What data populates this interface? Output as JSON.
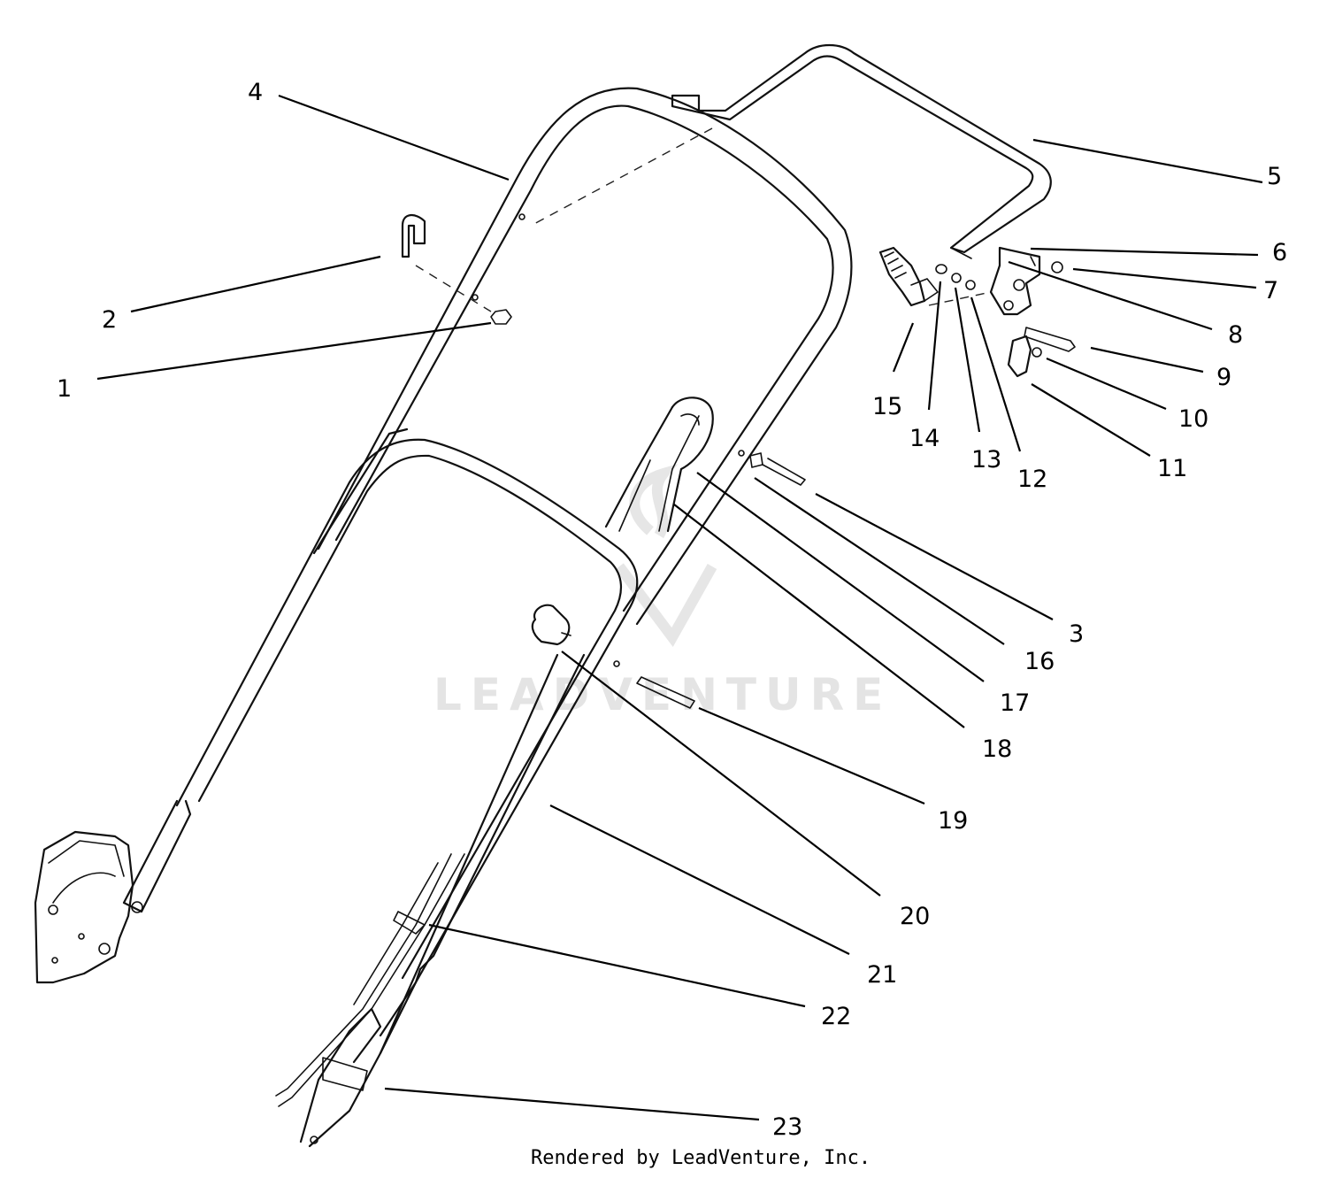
{
  "watermark": "LEADVENTURE",
  "credit": "Rendered by LeadVenture, Inc.",
  "callouts": [
    {
      "id": "1",
      "label": "1"
    },
    {
      "id": "2",
      "label": "2"
    },
    {
      "id": "3",
      "label": "3"
    },
    {
      "id": "4",
      "label": "4"
    },
    {
      "id": "5",
      "label": "5"
    },
    {
      "id": "6",
      "label": "6"
    },
    {
      "id": "7",
      "label": "7"
    },
    {
      "id": "8",
      "label": "8"
    },
    {
      "id": "9",
      "label": "9"
    },
    {
      "id": "10",
      "label": "10"
    },
    {
      "id": "11",
      "label": "11"
    },
    {
      "id": "12",
      "label": "12"
    },
    {
      "id": "13",
      "label": "13"
    },
    {
      "id": "14",
      "label": "14"
    },
    {
      "id": "15",
      "label": "15"
    },
    {
      "id": "16",
      "label": "16"
    },
    {
      "id": "17",
      "label": "17"
    },
    {
      "id": "18",
      "label": "18"
    },
    {
      "id": "19",
      "label": "19"
    },
    {
      "id": "20",
      "label": "20"
    },
    {
      "id": "21",
      "label": "21"
    },
    {
      "id": "22",
      "label": "22"
    },
    {
      "id": "23",
      "label": "23"
    }
  ]
}
